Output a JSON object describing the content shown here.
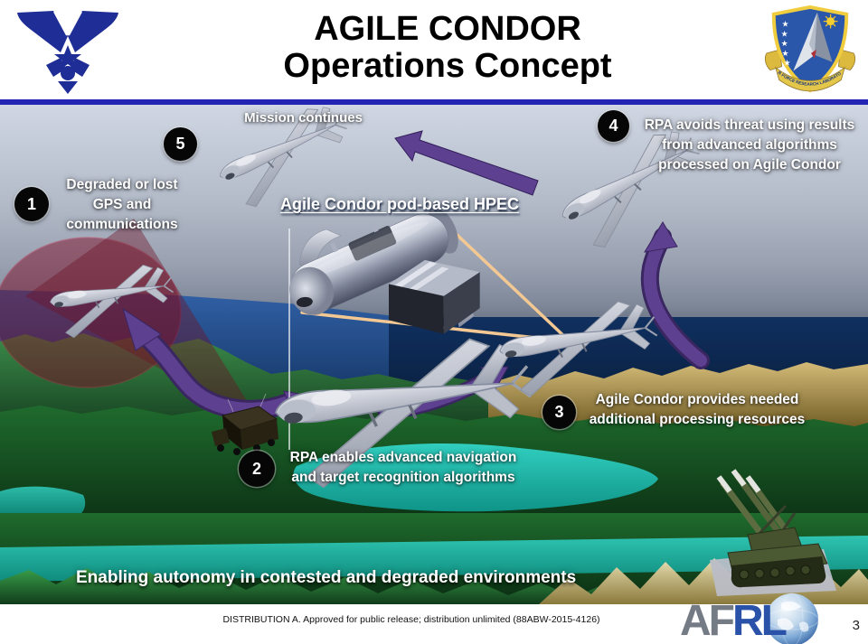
{
  "header": {
    "title_line1": "AGILE CONDOR",
    "title_line2": "Operations Concept",
    "afrl_banner": "AIR FORCE RESEARCH LABORATORY"
  },
  "scene": {
    "callout1": {
      "number": "1",
      "text": "Degraded or lost\nGPS and\ncommunications"
    },
    "callout2": {
      "number": "2",
      "text": "RPA enables advanced navigation\nand target recognition algorithms"
    },
    "callout3": {
      "number": "3",
      "text": "Agile Condor provides needed\nadditional processing resources"
    },
    "callout4": {
      "number": "4",
      "text": "RPA avoids threat using results\nfrom advanced algorithms\nprocessed on Agile Condor"
    },
    "callout5": {
      "number": "5",
      "text": "Mission continues"
    },
    "pod_label": "Agile Condor pod-based HPEC",
    "banner": "Enabling autonomy in contested and degraded environments"
  },
  "footer": {
    "distribution": "DISTRIBUTION A.  Approved for public release; distribution unlimited (88ABW-2015-4126)",
    "afrl_af": "AF",
    "afrl_rl": "RL",
    "page_number": "3"
  },
  "colors": {
    "header_rule": "#2424b4",
    "arrow_purple": "#5e4090",
    "threat_red": "#7d0f28",
    "callout_line_tan": "#f3c893"
  }
}
